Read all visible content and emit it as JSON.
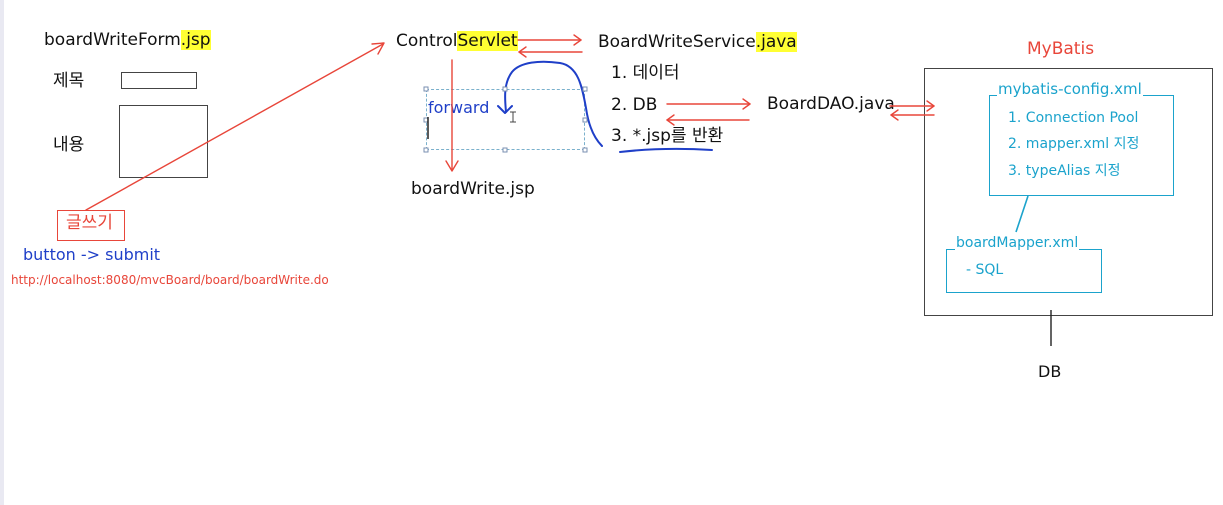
{
  "form": {
    "file_name": "boardWriteForm",
    "file_ext": ".jsp",
    "title_label": "제목",
    "content_label": "내용",
    "write_button": "글쓰기",
    "button_note": "button -> submit",
    "url": "http://localhost:8080/mvcBoard/board/boardWrite.do"
  },
  "controller": {
    "name_prefix": "Control",
    "name_highlight": "Servlet",
    "forward_label": "forward",
    "forward_target": "boardWrite.jsp"
  },
  "service": {
    "name_prefix": "BoardWriteService",
    "name_ext": ".java",
    "steps": [
      "1. 데이터",
      "2. DB",
      "3. *.jsp를 반환"
    ]
  },
  "dao": {
    "name": "BoardDAO.java"
  },
  "mybatis": {
    "title": "MyBatis",
    "config_title": "mybatis-config.xml",
    "config_items": [
      "1. Connection Pool",
      "2. mapper.xml 지정",
      "3. typeAlias 지정"
    ],
    "mapper_title": "boardMapper.xml",
    "mapper_items": [
      "- SQL"
    ]
  },
  "db_label": "DB",
  "colors": {
    "red": "#e8463a",
    "blue": "#1f3fc8",
    "cyan": "#1ba3cc",
    "highlight": "#ffff33",
    "ink": "#111111"
  }
}
